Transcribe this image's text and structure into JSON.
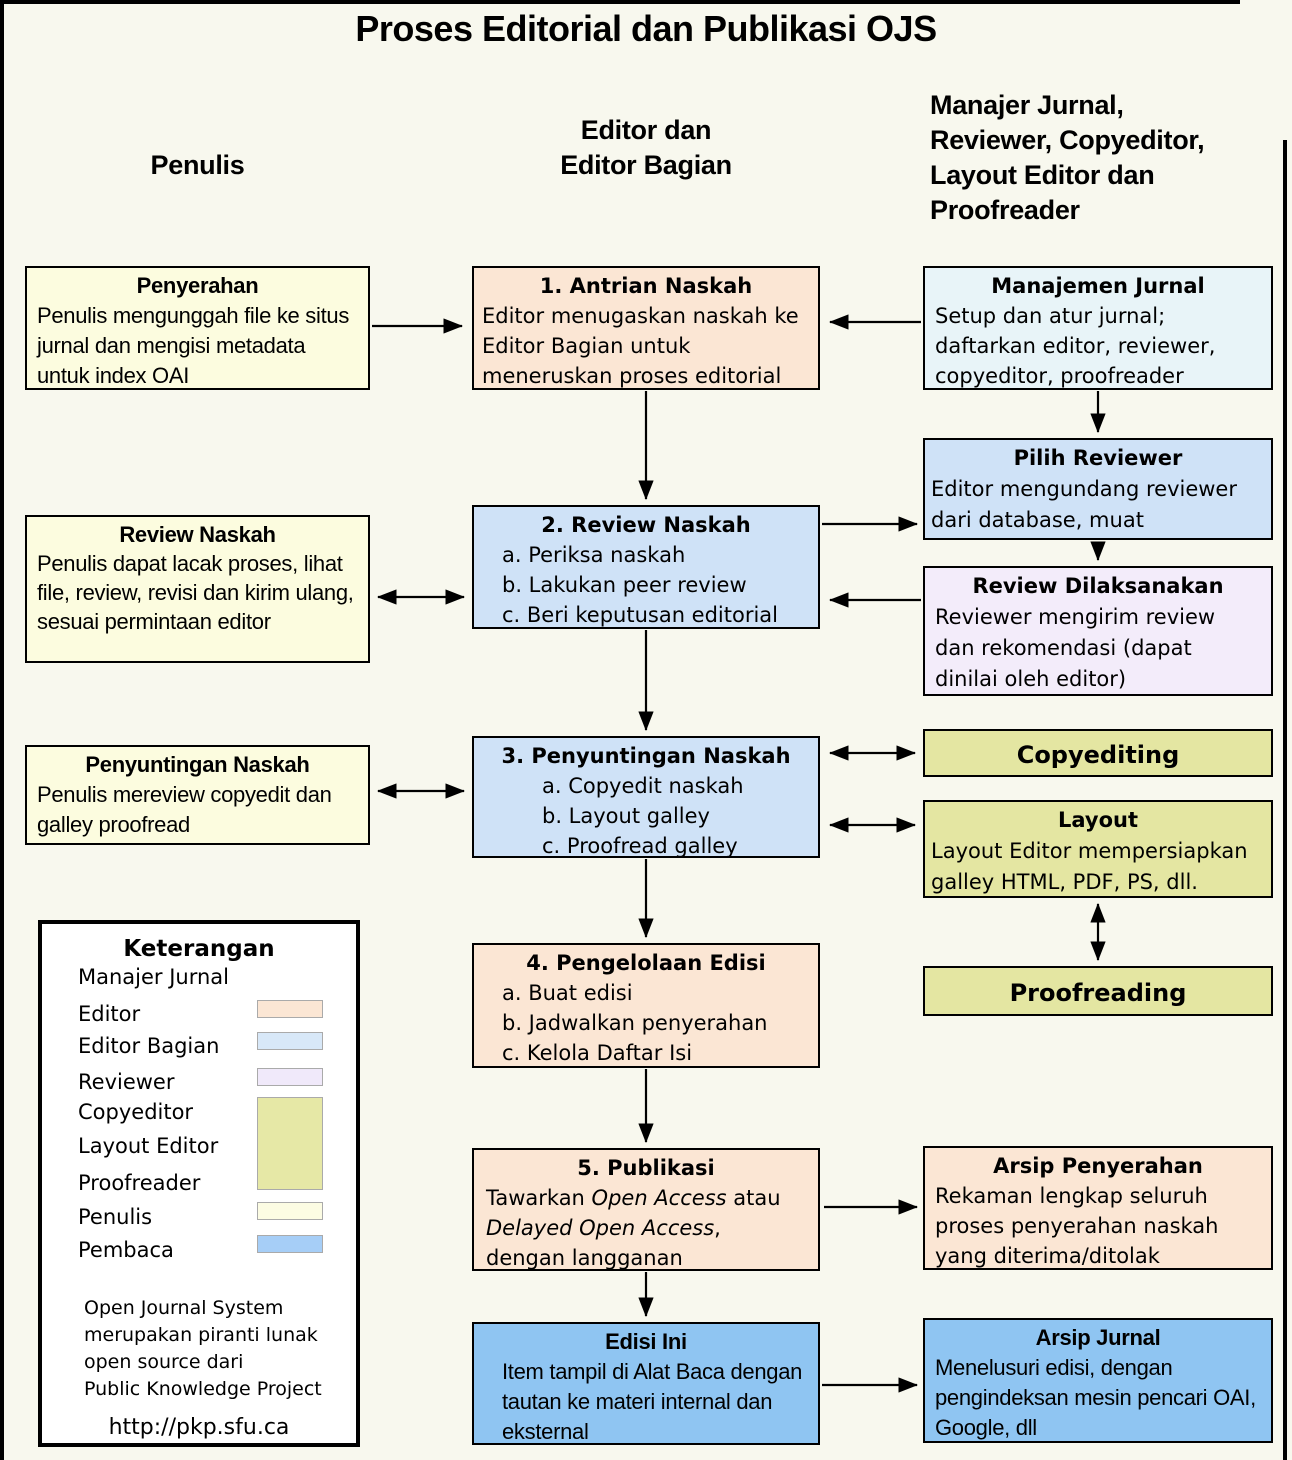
{
  "title": "Proses Editorial dan Publikasi OJS",
  "column_headers": {
    "left": "Penulis",
    "center_lines": [
      "Editor dan",
      "Editor Bagian"
    ],
    "right_lines": [
      "Manajer Jurnal,",
      "Reviewer, Copyeditor,",
      "Layout Editor dan",
      "Proofreader"
    ]
  },
  "boxes": {
    "penyerahan": {
      "title": "Penyerahan",
      "body": "Penulis mengunggah file ke situs jurnal dan mengisi metadata untuk index OAI"
    },
    "antrian_naskah": {
      "title": "1. Antrian Naskah",
      "body": "Editor menugaskan naskah ke Editor Bagian untuk meneruskan proses editorial"
    },
    "manajemen_jurnal": {
      "title": "Manajemen Jurnal",
      "body": "Setup dan atur jurnal; daftarkan editor, reviewer, copyeditor, proofreader"
    },
    "pilih_reviewer": {
      "title": "Pilih Reviewer",
      "body": "Editor mengundang reviewer dari database, muat"
    },
    "review_naskah_penulis": {
      "title": "Review Naskah",
      "body": "Penulis dapat lacak proses, lihat file, review, revisi dan kirim ulang, sesuai permintaan editor"
    },
    "review_naskah": {
      "title": "2. Review Naskah",
      "items": [
        "a. Periksa naskah",
        "b. Lakukan peer review",
        "c. Beri keputusan editorial"
      ]
    },
    "review_dilaksanakan": {
      "title": "Review Dilaksanakan",
      "body": "Reviewer mengirim review dan rekomendasi (dapat dinilai oleh editor)"
    },
    "penyuntingan_naskah_penulis": {
      "title": "Penyuntingan Naskah",
      "body": "Penulis mereview copyedit dan galley proofread"
    },
    "penyuntingan_naskah": {
      "title": "3. Penyuntingan Naskah",
      "items": [
        "a. Copyedit naskah",
        "b. Layout galley",
        "c. Proofread galley"
      ]
    },
    "copyediting": {
      "title": "Copyediting"
    },
    "layout": {
      "title": "Layout",
      "body": "Layout Editor mempersiapkan galley HTML, PDF, PS, dll."
    },
    "proofreading": {
      "title": "Proofreading"
    },
    "pengelolaan_edisi": {
      "title": "4. Pengelolaan Edisi",
      "items": [
        "a. Buat edisi",
        "b. Jadwalkan penyerahan",
        "c. Kelola Daftar Isi"
      ]
    },
    "publikasi": {
      "title": "5. Publikasi",
      "body_parts": {
        "t1": "Tawarkan ",
        "i1": "Open Access",
        "t2": " atau ",
        "i2": "Delayed Open Access",
        "t3": ", dengan langganan"
      }
    },
    "arsip_penyerahan": {
      "title": "Arsip Penyerahan",
      "body": "Rekaman lengkap seluruh proses penyerahan naskah yang diterima/ditolak"
    },
    "edisi_ini": {
      "title": "Edisi Ini",
      "body": "Item tampil di Alat Baca dengan tautan ke materi internal dan eksternal"
    },
    "arsip_jurnal": {
      "title": "Arsip Jurnal",
      "body": "Menelusuri edisi, dengan pengindeksan mesin pencari OAI, Google, dll"
    }
  },
  "legend": {
    "title": "Keterangan",
    "entries": [
      {
        "label": "Manajer Jurnal",
        "color": null
      },
      {
        "label": "Editor",
        "color": "#fbe6d4"
      },
      {
        "label": "Editor Bagian",
        "color": "#d8e8f8"
      },
      {
        "label": "Reviewer",
        "color": "#f0e9fa"
      },
      {
        "label": "Copyeditor",
        "color": "#e6e8a6"
      },
      {
        "label": "Layout Editor",
        "color": "#e6e8a6"
      },
      {
        "label": "Proofreader",
        "color": "#e6e8a6"
      },
      {
        "label": "Penulis",
        "color": "#fcfce3"
      },
      {
        "label": "Pembaca",
        "color": "#a6cef7"
      }
    ],
    "footer_lines": [
      "Open Journal System",
      "merupakan piranti lunak",
      "open source dari",
      "Public Knowledge Project"
    ],
    "url": "http://pkp.sfu.ca"
  },
  "colors": {
    "background": "#f8f8ee",
    "editor": "#fbe6d4",
    "editor_bagian": "#cfe2f7",
    "manajemen_jurnal_box": "#e8f4f8",
    "reviewer": "#f3ecfa",
    "copyeditor_layout_proofreader": "#e4e6a2",
    "penulis": "#fcfcdf",
    "pembaca": "#8fc5f2"
  }
}
